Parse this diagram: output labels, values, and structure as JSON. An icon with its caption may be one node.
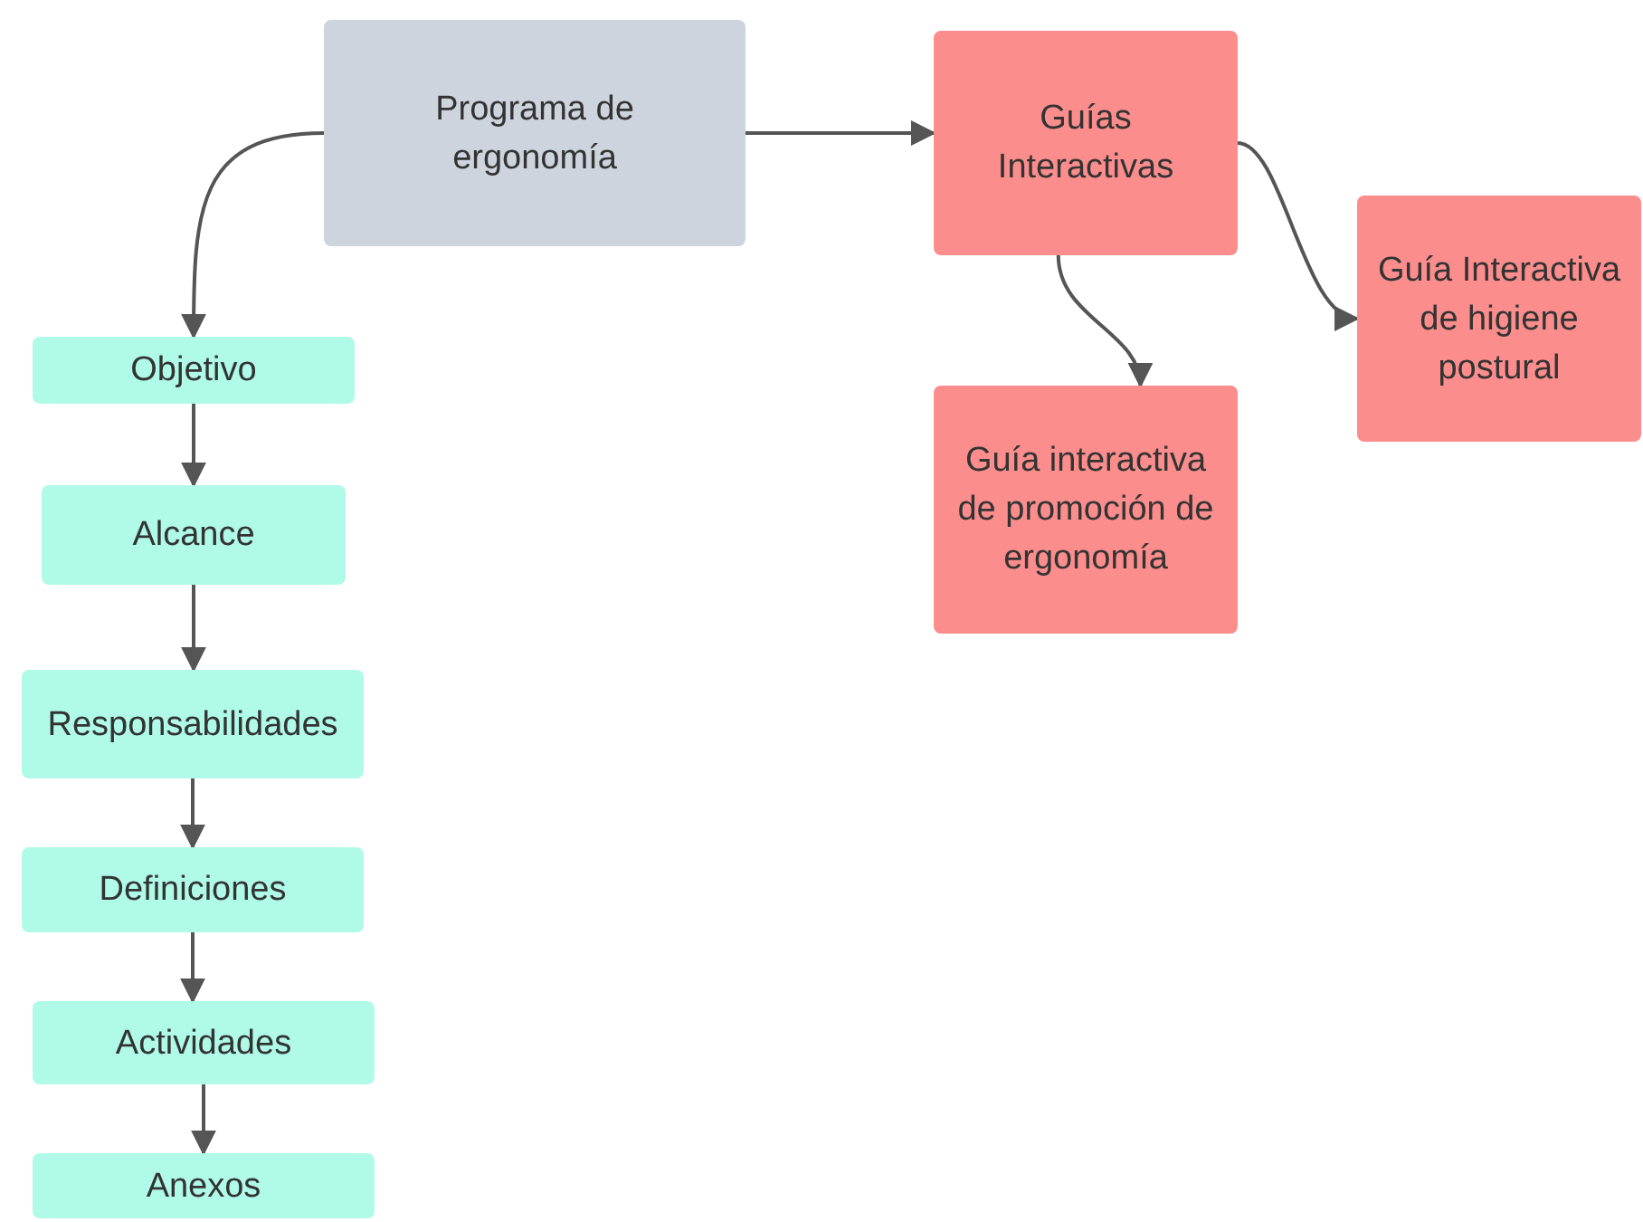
{
  "diagram": {
    "nodes": [
      {
        "text": [
          "Programa de ergonomía"
        ]
      },
      {
        "text": [
          "Guías Interactivas"
        ]
      },
      {
        "text": [
          "Guía Interactiva de higiene postural"
        ]
      },
      {
        "text": [
          "Guía interactiva de promoción de ergonomía"
        ]
      },
      {
        "text": [
          "Objetivo"
        ]
      },
      {
        "text": [
          "Alcance"
        ]
      },
      {
        "text": [
          "Responsabilidades"
        ]
      },
      {
        "text": [
          "Definiciones"
        ]
      },
      {
        "text": [
          "Actividades"
        ]
      },
      {
        "text": [
          "Anexos"
        ]
      }
    ],
    "edges": [
      {
        "from": 0,
        "to": 4,
        "arrow": "to"
      },
      {
        "from": 0,
        "to": 1,
        "arrow": "to"
      },
      {
        "from": 1,
        "to": 3,
        "arrow": "to"
      },
      {
        "from": 1,
        "to": 2,
        "arrow": "to"
      },
      {
        "from": 4,
        "to": 5,
        "arrow": "to"
      },
      {
        "from": 5,
        "to": 6,
        "arrow": "to"
      },
      {
        "from": 6,
        "to": 7,
        "arrow": "to"
      },
      {
        "from": 7,
        "to": 8,
        "arrow": "to"
      },
      {
        "from": 8,
        "to": 9,
        "arrow": "to"
      }
    ]
  }
}
